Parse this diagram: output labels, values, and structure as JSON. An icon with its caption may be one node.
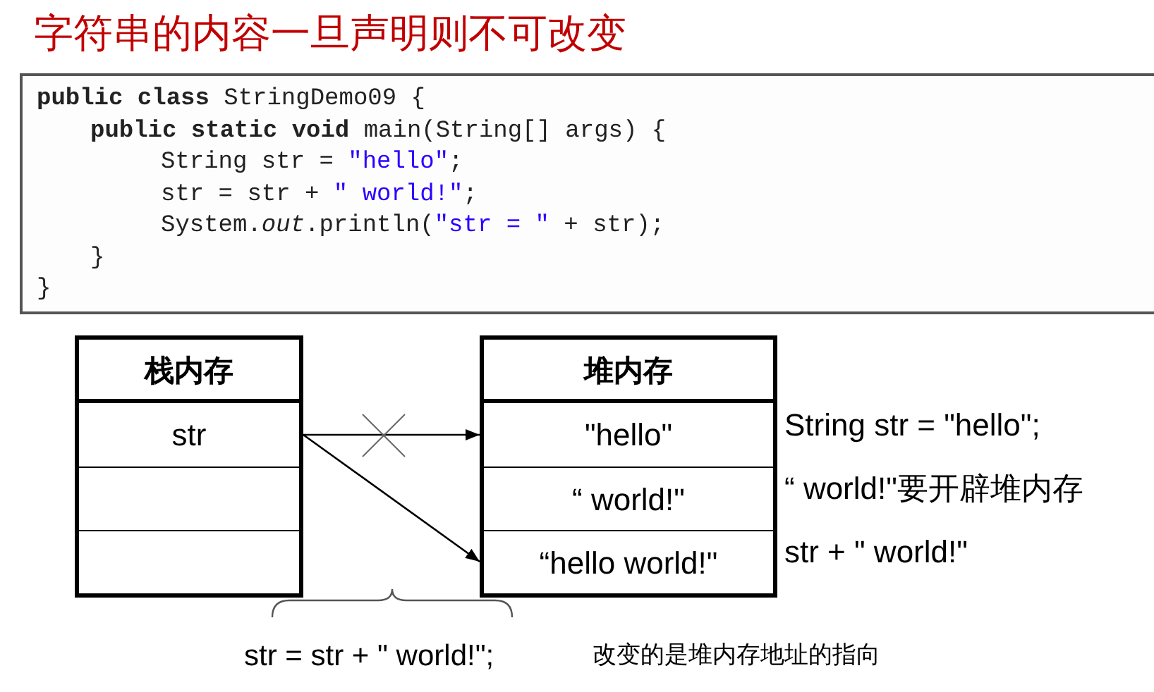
{
  "diagram": {
    "title": "字符串的内容一旦声明则不可改变",
    "nodes": [
      {
        "text": [
          "栈内存"
        ]
      },
      {
        "text": [
          "str"
        ],
        "in": 0
      },
      {
        "text": [],
        "shape": "box",
        "in": 0
      },
      {
        "text": [],
        "shape": "box",
        "in": 0
      },
      {
        "text": [
          "堆内存"
        ]
      },
      {
        "text": [
          "\"hello\""
        ],
        "in": 4
      },
      {
        "text": [
          "“ world!\""
        ],
        "in": 4
      },
      {
        "text": [
          "“hello world!\""
        ],
        "in": 4
      }
    ],
    "edges": [
      {
        "from": 1,
        "to": 5,
        "arrow": "to"
      },
      {
        "from": 1,
        "to": 7,
        "arrow": "to"
      }
    ],
    "labels": [
      "**public class** StringDemo09 {",
      "**public static void** main(String[] args) {",
      "String str = \"hello\";",
      "str = str + \" world!\";",
      "System.*out*.println(\"str = \" + str);",
      "}",
      "}",
      "String str = \"hello\";",
      "“ world!\"要开辟堆内存",
      "str + \" world!\"",
      "str = str + \" world!\";",
      "改变的是堆内存地址的指向"
    ]
  }
}
